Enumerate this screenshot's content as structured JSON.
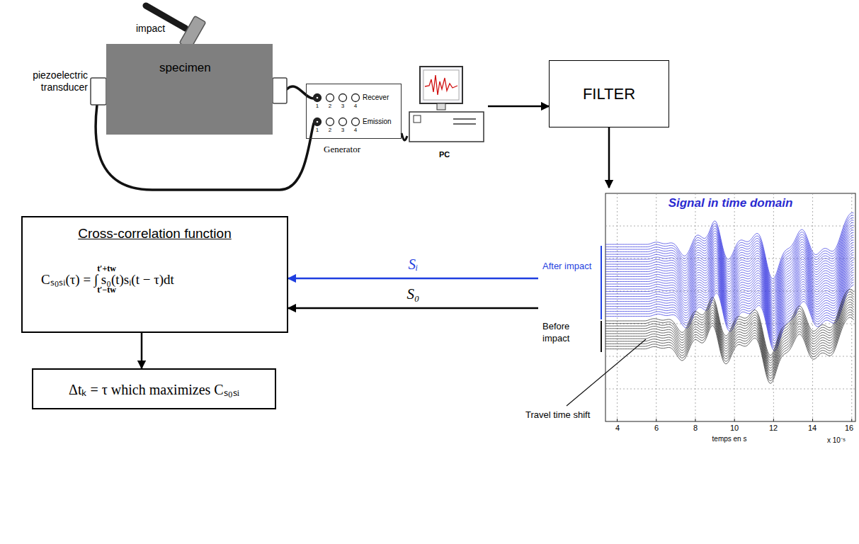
{
  "diagram": {
    "nodes": [
      {
        "text": [
          "specimen"
        ]
      },
      {
        "text": [
          "Recever",
          "Emission",
          "Generator"
        ]
      },
      {
        "text": [
          "PC"
        ]
      },
      {
        "text": [
          "FILTER"
        ]
      },
      {
        "text": [
          "Signal in time domain"
        ]
      },
      {
        "text": [
          "Cross-correlation function",
          "Cₛ₀ₛᵢ(τ) = ∫ s₀(t)sᵢ(t − τ)dt"
        ]
      },
      {
        "text": [
          "Δtₖ = τ which maximizes Cₛ₀ₛᵢ"
        ]
      }
    ],
    "edges": [
      {
        "from": 1,
        "to": 2,
        "arrow": "none"
      },
      {
        "from": 2,
        "to": 3,
        "arrow": "to"
      },
      {
        "from": 3,
        "to": 4,
        "arrow": "to"
      },
      {
        "from": 4,
        "to": 5,
        "label": "Sᵢ",
        "arrow": "to"
      },
      {
        "from": 4,
        "to": 5,
        "label": "S₀",
        "arrow": "to"
      },
      {
        "from": 5,
        "to": 6,
        "arrow": "to"
      }
    ],
    "labels": [
      "impact",
      "piezoelectric transducer",
      "1",
      "2",
      "3",
      "4",
      "1",
      "2",
      "3",
      "4",
      "t′+tw",
      "t′−tw",
      "4",
      "6",
      "8",
      "10",
      "12",
      "14",
      "16",
      "temps en s",
      "x 10⁻⁵",
      "After impact",
      "Before impact",
      "Travel time shift"
    ]
  }
}
